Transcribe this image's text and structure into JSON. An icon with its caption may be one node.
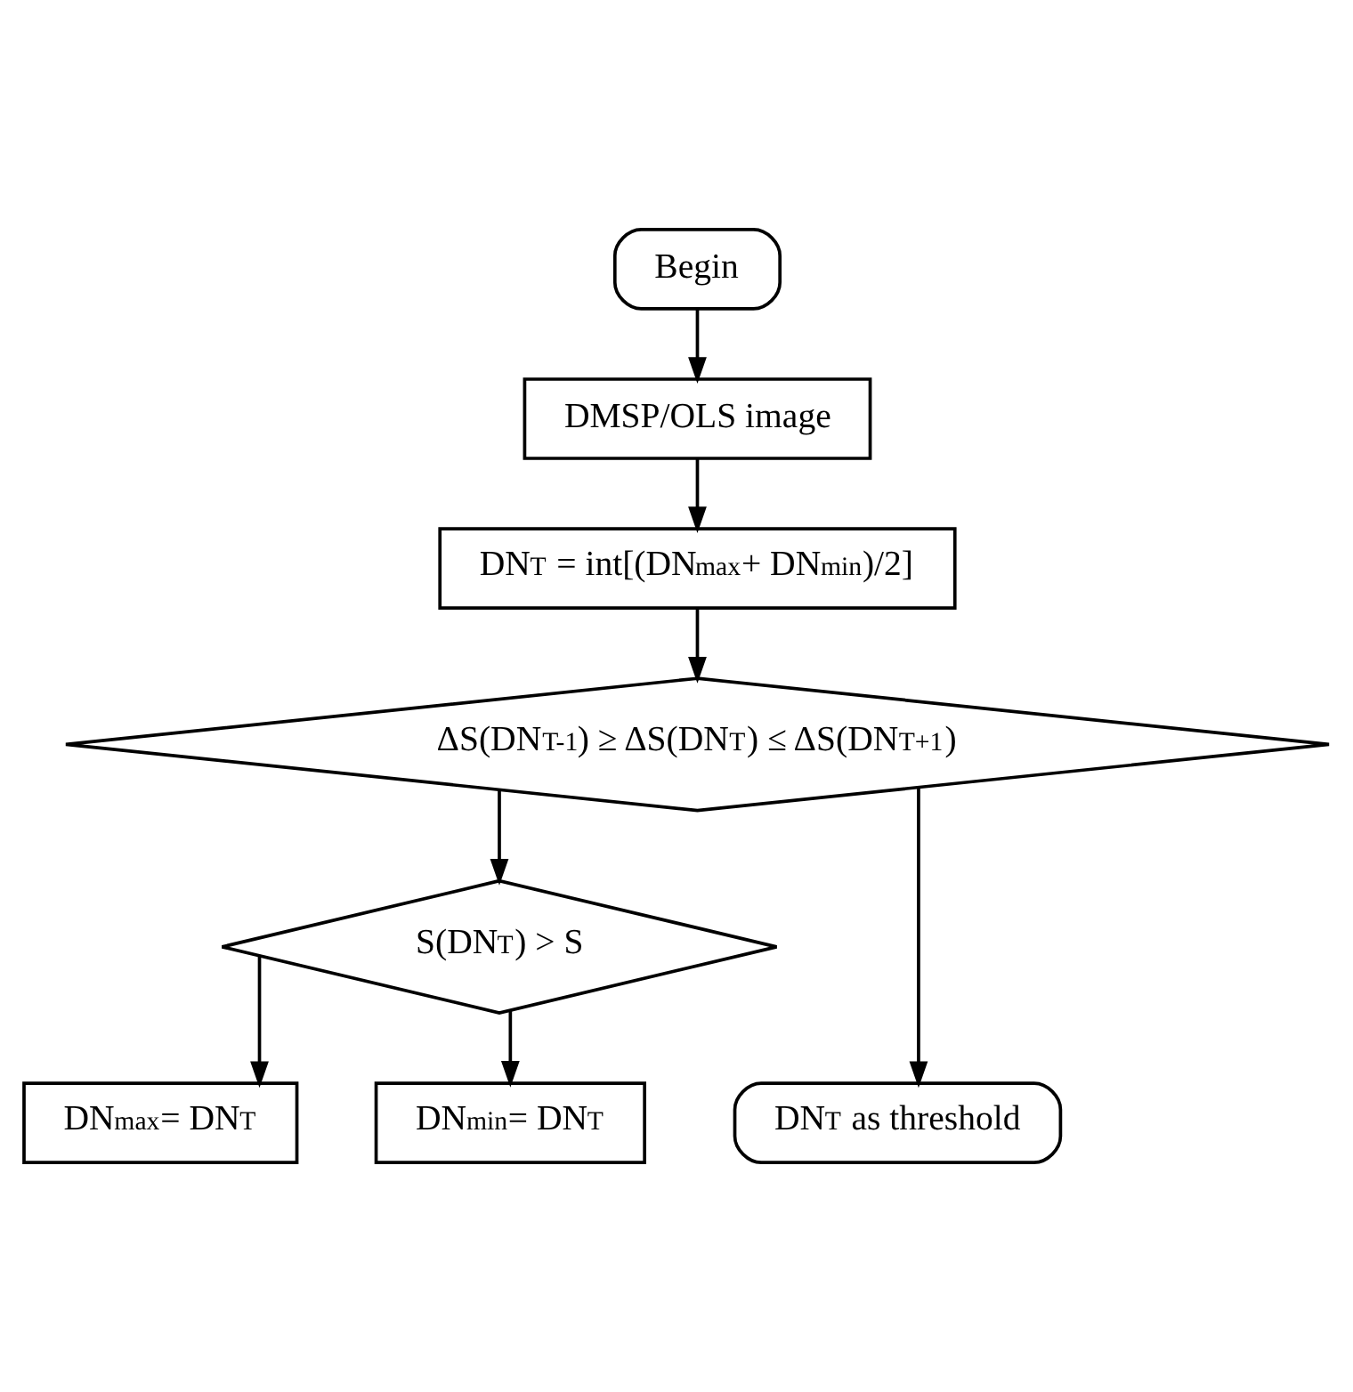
{
  "diagram": {
    "nodes": [
      {
        "text": [
          "Begin"
        ]
      },
      {
        "text": [
          "DMSP/OLS image"
        ]
      },
      {
        "text": [
          "DN$_{T}$ = int[(DN$_{max}$+ DN$_{min}$)/2]"
        ]
      },
      {
        "text": [
          "ΔS(DN$_{T-1}$) ≥ ΔS(DN$_{T}$) ≤ ΔS(DN$_{T+1}$)"
        ]
      },
      {
        "text": [
          "S(DN$_{T}$) > S"
        ]
      },
      {
        "text": [
          "DN$_{max}$= DN$_{T}$"
        ]
      },
      {
        "text": [
          "DN$_{min}$= DN$_{T}$"
        ]
      },
      {
        "text": [
          "DN$_{T}$ as threshold"
        ]
      }
    ],
    "edges": [
      {
        "from": 0,
        "to": 1,
        "arrow": "to"
      },
      {
        "from": 1,
        "to": 2,
        "arrow": "to"
      },
      {
        "from": 2,
        "to": 3,
        "arrow": "to"
      },
      {
        "from": 3,
        "to": 4,
        "arrow": "to"
      },
      {
        "from": 3,
        "to": 7,
        "arrow": "to"
      },
      {
        "from": 4,
        "to": 5,
        "arrow": "to"
      },
      {
        "from": 4,
        "to": 6,
        "arrow": "to"
      }
    ]
  }
}
